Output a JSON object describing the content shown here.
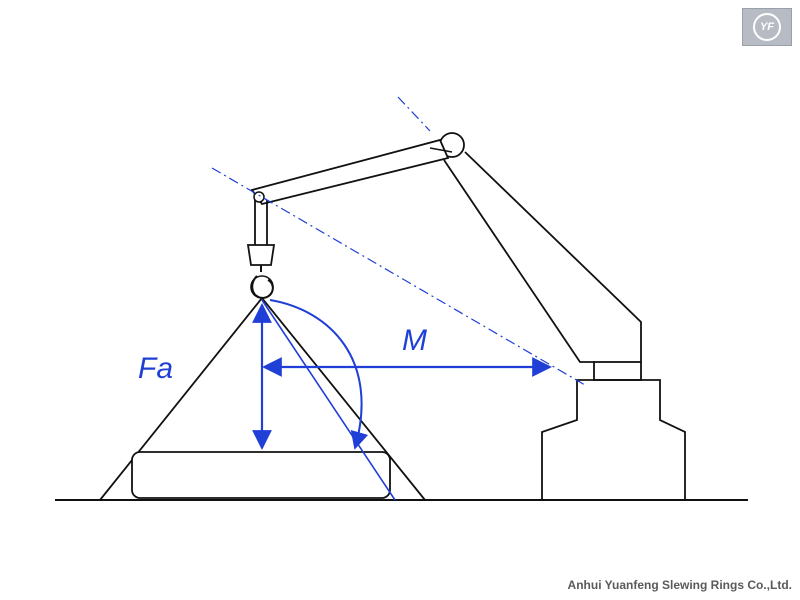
{
  "diagram": {
    "labels": {
      "fa": "Fa",
      "m": "M"
    },
    "colors": {
      "line": "#111111",
      "annotation": "#1f3fd6",
      "ground": "#111111"
    }
  },
  "logo": {
    "text": "YF",
    "icon": "company-logo-icon"
  },
  "footer": {
    "company": "Anhui Yuanfeng Slewing Rings Co.,Ltd."
  }
}
